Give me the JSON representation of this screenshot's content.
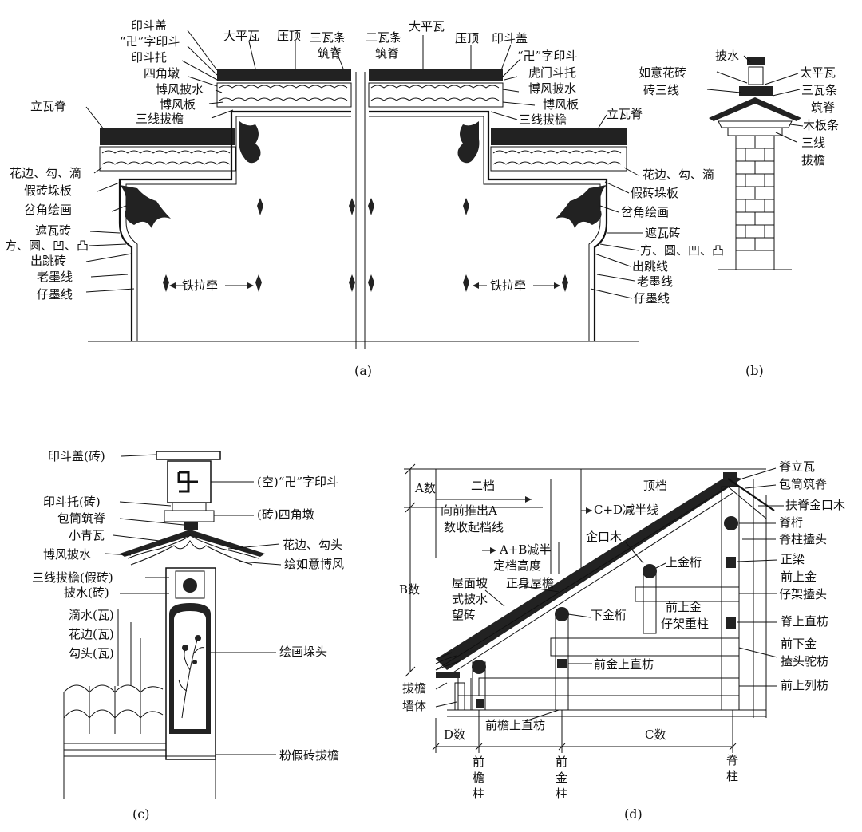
{
  "panels": {
    "a": {
      "caption": "(a)",
      "labels": {
        "yindougai": "印斗盖",
        "wan_yindou": "“卍”字印斗",
        "yindoutuo": "印斗托",
        "sijiaodun": "四角墩",
        "bofengpishui": "博风披水",
        "bofengban": "博风板",
        "sanxianboyan": "三线拔檐",
        "liwaji": "立瓦脊",
        "huabian_gou_di": "花边、勾、滴",
        "jiazhuanduoban": "假砖垛板",
        "chajiaohuihua": "岔角绘画",
        "zhewazhuan": "遮瓦砖",
        "fang_yuan_ao_tu": "方、圆、凹、凸",
        "chutiaozhuan": "出跳砖",
        "laomoxian": "老墨线",
        "zaimoxian": "仔墨线",
        "dapingwa": "大平瓦",
        "yading": "压顶",
        "sanwatiao_zhuji": "三瓦条筑脊",
        "erwatiao_zhuji": "二瓦条筑脊",
        "dapingwa_r": "大平瓦",
        "yading_r": "压顶",
        "yindougai_r": "印斗盖",
        "wan_yindou_r": "“卍”字印斗",
        "humendoutuo": "虎门斗托",
        "bofengpishui_r": "博风披水",
        "bofengban_r": "博风板",
        "sanxianboyan_r": "三线拔檐",
        "liwaji_r": "立瓦脊",
        "huabian_gou_di_r": "花边、勾、滴",
        "jiazhuanduoban_r": "假砖垛板",
        "chajiaohuihua_r": "岔角绘画",
        "zhewazhuan_r": "遮瓦砖",
        "fang_yuan_ao_tu_r": "方、圆、凹、凸",
        "chutiaoxian_r": "出跳线",
        "laomoxian_r": "老墨线",
        "zaimoxian_r": "仔墨线",
        "tielaqian": "铁拉牵",
        "tielaqian_r": "铁拉牵"
      }
    },
    "b": {
      "caption": "(b)",
      "labels": {
        "pishui": "披水",
        "ruyihuazhuan": "如意花砖",
        "zhuansanxian": "砖三线",
        "taipingwa": "太平瓦",
        "sanwatiao": "三瓦条",
        "zhuji": "筑脊",
        "mubantiao": "木板条",
        "sanxian": "三线",
        "boyan": "拔檐"
      }
    },
    "c": {
      "caption": "(c)",
      "labels": {
        "yindougai_zhuan": "印斗盖(砖)",
        "kong_wan_yindou": "(空)“卍”字印斗",
        "yindoutuo_zhuan": "印斗托(砖)",
        "zhuan_sijiaodun": "(砖)四角墩",
        "baotongzhuji": "包筒筑脊",
        "xiaoqingwa": "小青瓦",
        "huabian_goutou": "花边、勾头",
        "bofengpishui": "博风披水",
        "hui_ruyi_bofeng": "绘如意博风",
        "sanxianboyan_jiazhuan": "三线拔檐(假砖)",
        "pishui_zhuan": "披水(砖)",
        "dishui_wa": "滴水(瓦)",
        "huabian_wa": "花边(瓦)",
        "goutou_wa": "勾头(瓦)",
        "huihuaduotou": "绘画垛头",
        "fenjiazhuanboyan": "粉假砖拔檐"
      }
    },
    "d": {
      "caption": "(d)",
      "labels": {
        "a_shu": "A数",
        "erdang": "二档",
        "dingdang": "顶档",
        "jiliwa": "脊立瓦",
        "baotongzhuji": "包筒筑脊",
        "fujijinkoumu": "扶脊金口木",
        "jiheng": "脊桁",
        "jizhuditou": "脊柱搕头",
        "zhengliang": "正梁",
        "qianshangjin": "前上金",
        "zaijiaditou": "仔架搕头",
        "jishangzhifang": "脊上直枋",
        "qianxiajin": "前下金",
        "ditoutuofang": "搕头驼枋",
        "qianshanglief ang": "前上列枋",
        "xiangqiantuichu": "向前推出A",
        "shuqiqidangxian": "数收起档线",
        "c_d_jianbanxian": "C+D减半线",
        "a_b_jianban": "A+B减半",
        "dingdanggaodu": "定档高度",
        "qikoumu": "企口木",
        "b_shu": "B数",
        "wumianpo": "屋面坡",
        "shipishui": "式披水",
        "wangzhuan": "望砖",
        "zhengshenwuyan": "正身屋檐",
        "shangjinheng": "上金桁",
        "qianshangjin_zaijiachongzhu_1": "前上金",
        "qianshangjin_zaijiachongzhu_2": "仔架重柱",
        "xiajinheng": "下金桁",
        "qianjinshangzhifang": "前金上直枋",
        "boyan": "拔檐",
        "qiangti": "墙体",
        "d_shu": "D数",
        "qianyanshangzhifang": "前檐上直枋",
        "c_shu": "C数",
        "qianyanzhu_1": "前",
        "qianyanzhu_2": "檐",
        "qianyanzhu_3": "柱",
        "qianjinzhu_1": "前",
        "qianjinzhu_2": "金",
        "qianjinzhu_3": "柱",
        "jizhu_1": "脊",
        "jizhu_2": "柱"
      }
    }
  }
}
